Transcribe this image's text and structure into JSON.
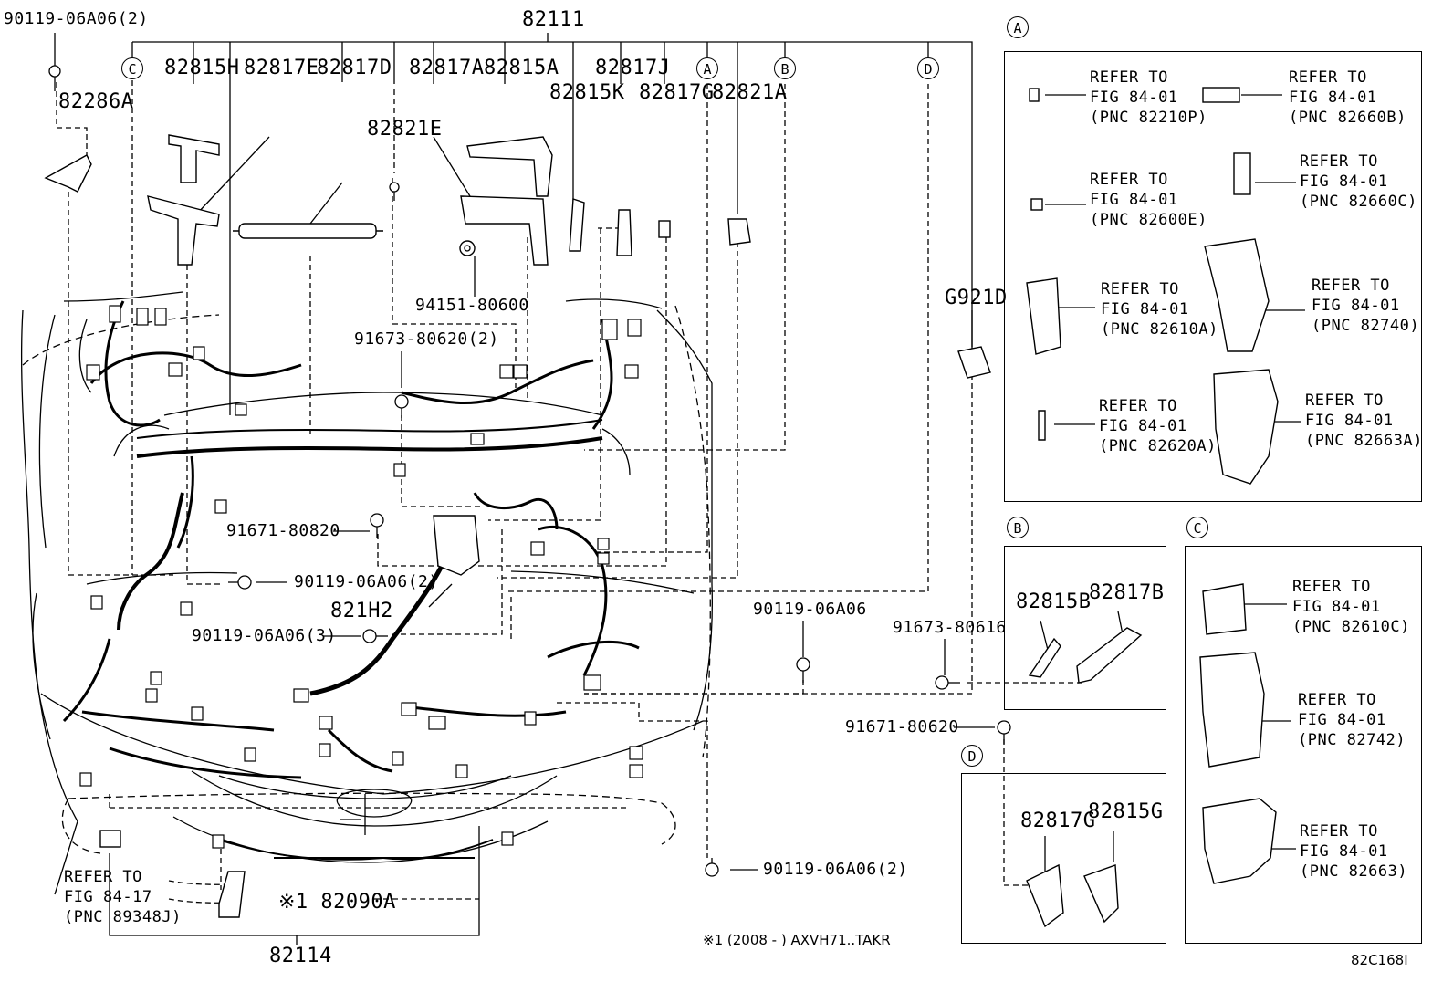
{
  "diagram_code": "82C168I",
  "note": "※1 (2008 -     ) AXVH71..TAKR",
  "harness": {
    "top_part": "82111",
    "bottom_part": "82114"
  },
  "part_labels": {
    "p90119_06a06_2_top": "90119-06A06(2)",
    "p82286a": "82286A",
    "p82815h": "82815H",
    "p82817e": "82817E",
    "p82817d": "82817D",
    "p82817a": "82817A",
    "p82815a": "82815A",
    "p82817j": "82817J",
    "p82815k": "82815K",
    "p82817g": "82817G",
    "p82821a": "82821A",
    "p82821e": "82821E",
    "p94151": "94151-80600",
    "p91673_80620": "91673-80620(2)",
    "p91671_80820": "91671-80820",
    "p90119_06a06_2_mid": "90119-06A06(2)",
    "p821h2": "821H2",
    "p90119_06a06_3": "90119-06A06(3)",
    "p90119_06a06_right": "90119-06A06",
    "p91673_80616": "91673-80616",
    "p91671_80620": "91671-80620",
    "p90119_06a06_2_bot": "90119-06A06(2)",
    "pg921d": "G921D",
    "p82090a": "※1 82090A",
    "ref_89348j": "REFER TO\nFIG 84-17\n(PNC 89348J)"
  },
  "callouts": {
    "a": "A",
    "b": "B",
    "c": "C",
    "d": "D"
  },
  "panel_a": [
    "REFER TO\nFIG 84-01\n(PNC 82210P)",
    "REFER TO\nFIG 84-01\n(PNC 82660B)",
    "REFER TO\nFIG 84-01\n(PNC 82600E)",
    "REFER TO\nFIG 84-01\n(PNC 82660C)",
    "REFER TO\nFIG 84-01\n(PNC 82610A)",
    "REFER TO\nFIG 84-01\n(PNC 82740)",
    "REFER TO\nFIG 84-01\n(PNC 82620A)",
    "REFER TO\nFIG 84-01\n(PNC 82663A)"
  ],
  "panel_b": {
    "left": "82815B",
    "right": "82817B"
  },
  "panel_c": [
    "REFER TO\nFIG 84-01\n(PNC 82610C)",
    "REFER TO\nFIG 84-01\n(PNC 82742)",
    "REFER TO\nFIG 84-01\n(PNC 82663)"
  ],
  "panel_d": {
    "left": "82817G",
    "right": "82815G"
  }
}
